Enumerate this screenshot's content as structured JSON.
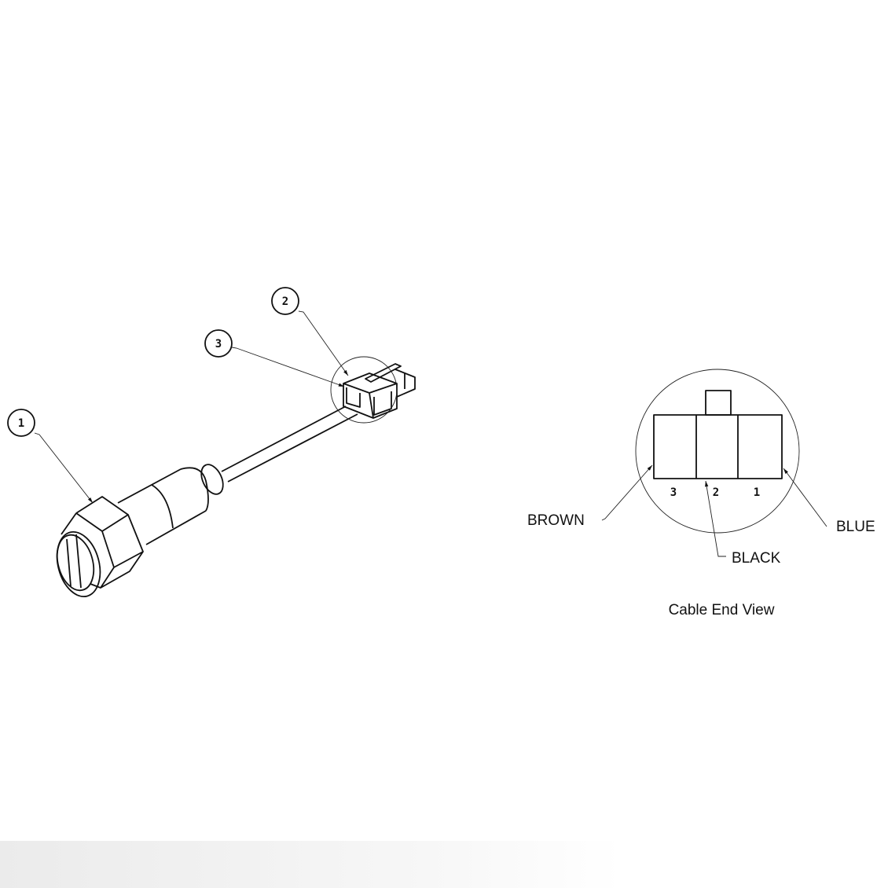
{
  "isometric_view": {
    "balloons": [
      {
        "id": "1"
      },
      {
        "id": "2"
      },
      {
        "id": "3"
      }
    ]
  },
  "end_view": {
    "pin_numbers": [
      "3",
      "2",
      "1"
    ],
    "wire_labels": {
      "pin3": "BROWN",
      "pin2": "BLACK",
      "pin1": "BLUE"
    },
    "caption": "Cable End View"
  }
}
